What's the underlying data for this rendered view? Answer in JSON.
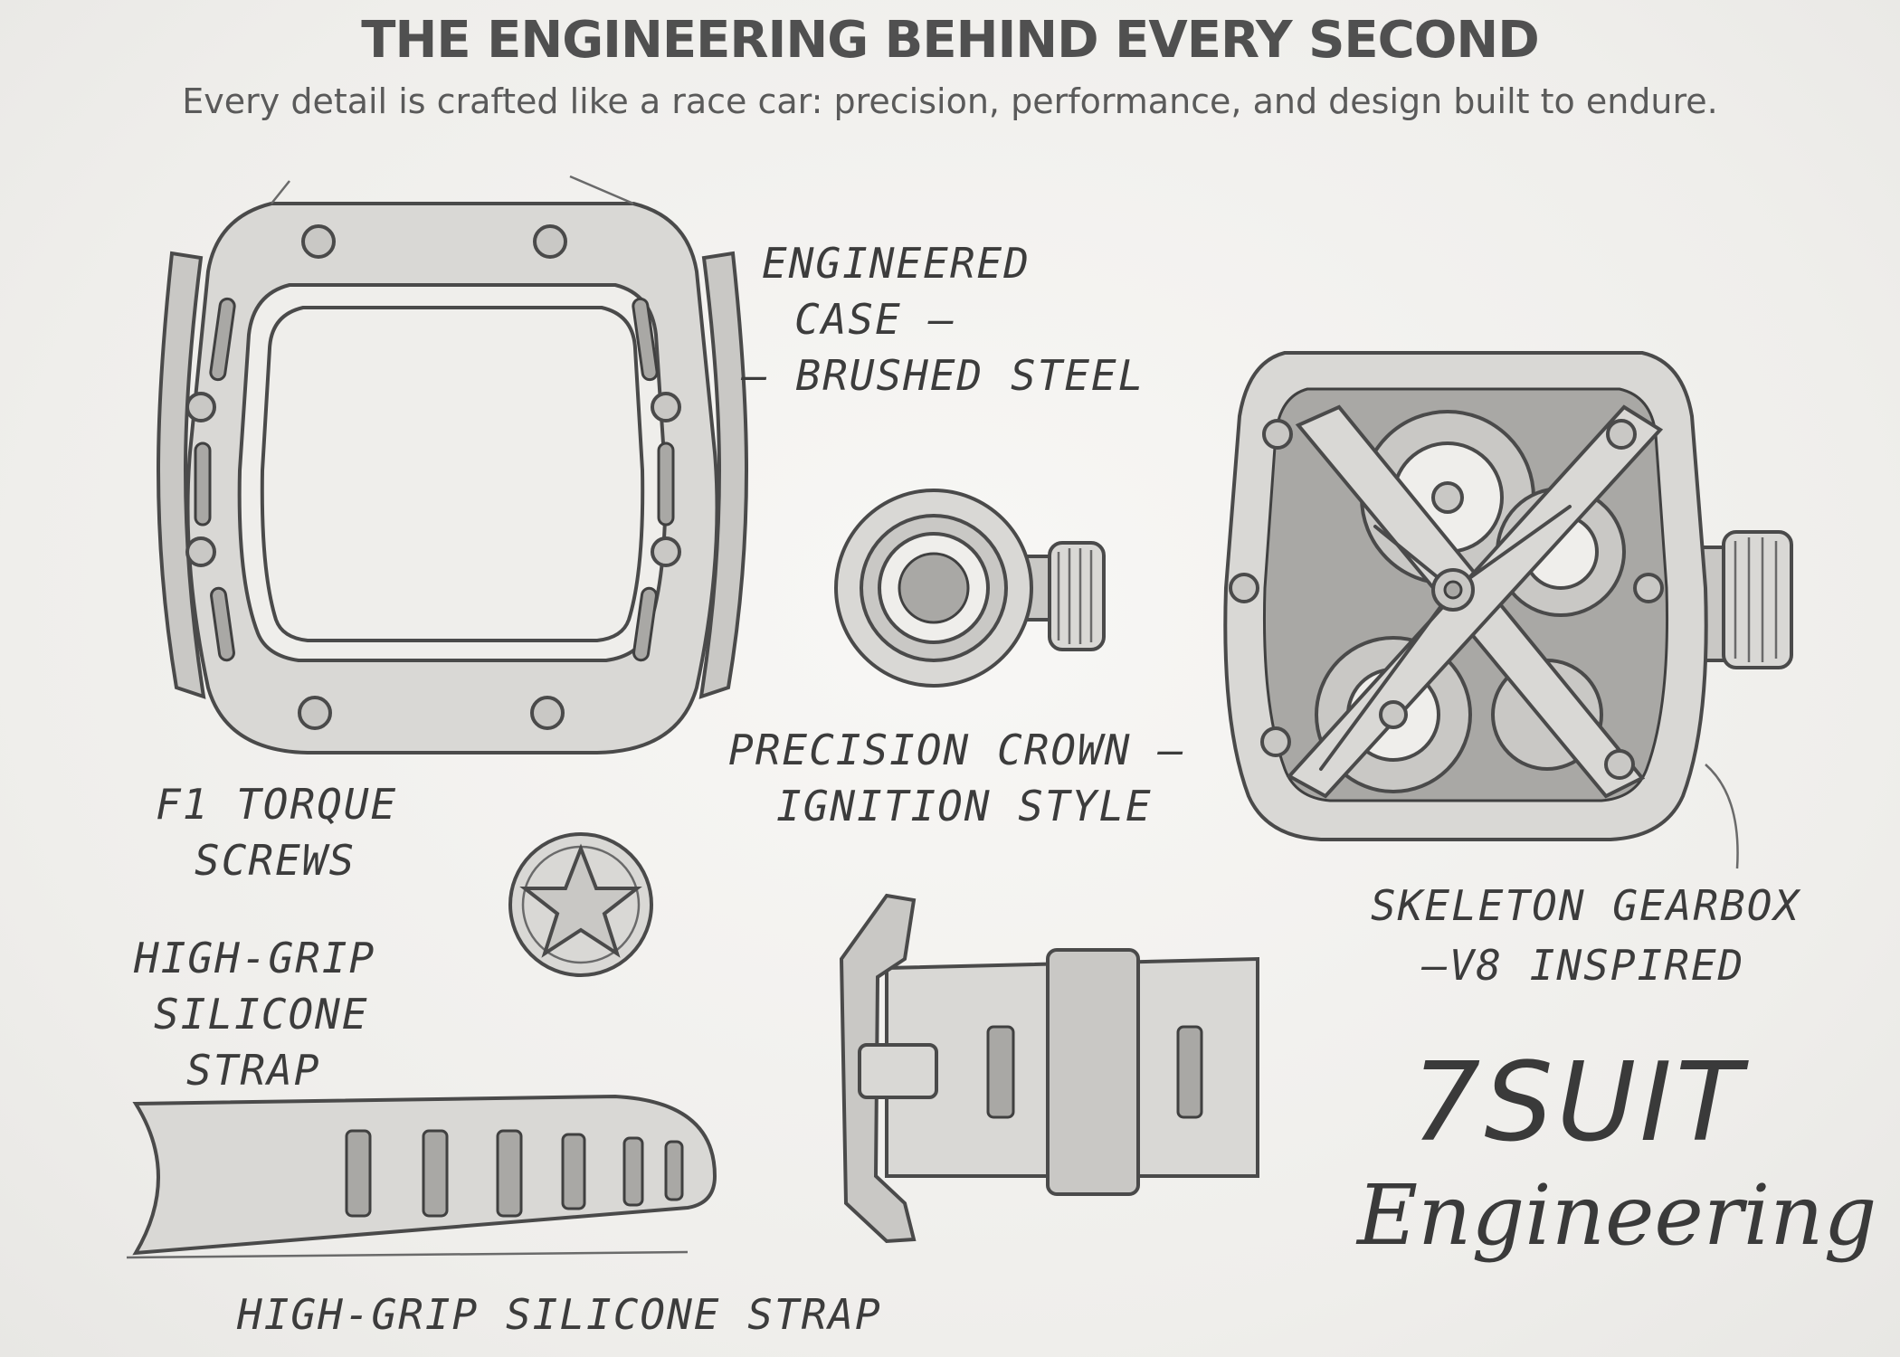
{
  "header": {
    "title": "THE ENGINEERING BEHIND EVERY SECOND",
    "subtitle": "Every detail is crafted like a race car: precision, performance, and design built to endure."
  },
  "labels": {
    "case_line1": "ENGINEERED",
    "case_line2": "CASE –",
    "case_line3": "– BRUSHED STEEL",
    "crown_line1": "PRECISION CROWN –",
    "crown_line2": "IGNITION STYLE",
    "screws_line1": "F1 TORQUE",
    "screws_line2": "SCREWS",
    "strap_side_line1": "HIGH-GRIP",
    "strap_side_line2": "SILICONE",
    "strap_side_line3": "STRAP",
    "gearbox_line1": "SKELETON GEARBOX",
    "gearbox_line2": "–V8 INSPIRED",
    "strap_bottom": "HIGH-GRIP SILICONE STRAP"
  },
  "brand": {
    "name": "7SUIT",
    "tagline": "Engineering"
  },
  "colors": {
    "ink": "#4a4a4a",
    "paper": "#f4f3f1"
  }
}
